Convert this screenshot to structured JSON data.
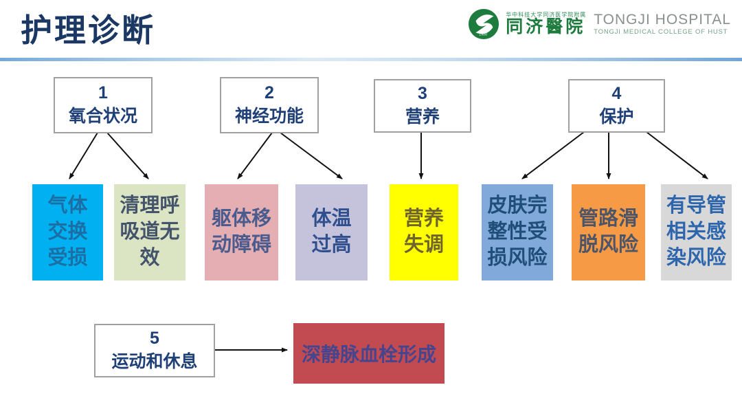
{
  "slide": {
    "title": "护理诊断",
    "logo": {
      "affiliation": "华中科技大学同济医学院附属",
      "cn_name": "同济醫院",
      "en_name": "TONGJI HOSPITAL",
      "en_subtitle": "TONGJI MEDICAL COLLEGE OF HUST",
      "year": "1900",
      "brand_green": "#1E7B3E"
    },
    "accent_color": "#74A9D8"
  },
  "diagram": {
    "categories": [
      {
        "number": "1",
        "label": "氧合状况"
      },
      {
        "number": "2",
        "label": "神经功能"
      },
      {
        "number": "3",
        "label": "营养"
      },
      {
        "number": "4",
        "label": "保护"
      },
      {
        "number": "5",
        "label": "运动和休息"
      }
    ],
    "diagnoses": [
      {
        "label": "气体\n交换\n受损",
        "bg": "#00B0F0",
        "fg": "#1C6FA5"
      },
      {
        "label": "清理呼\n吸道无\n效",
        "bg": "#DBE5C4",
        "fg": "#44546A"
      },
      {
        "label": "躯体移\n动障碍",
        "bg": "#E5AEB3",
        "fg": "#4A5B8D"
      },
      {
        "label": "体温\n过高",
        "bg": "#C5C3DB",
        "fg": "#2F4F8F"
      },
      {
        "label": "营养\n失调",
        "bg": "#FFFF00",
        "fg": "#6F6430"
      },
      {
        "label": "皮肤完\n整性受\n损风险",
        "bg": "#81AADA",
        "fg": "#1F4E79"
      },
      {
        "label": "管路滑\n脱风险",
        "bg": "#F79A45",
        "fg": "#4D5568"
      },
      {
        "label": "有导管\n相关感\n染风险",
        "bg": "#D8D8D8",
        "fg": "#2E66AE"
      }
    ],
    "outcome": {
      "label": "深静脉血栓形成",
      "bg": "#C14B50",
      "fg": "#45458F"
    }
  }
}
